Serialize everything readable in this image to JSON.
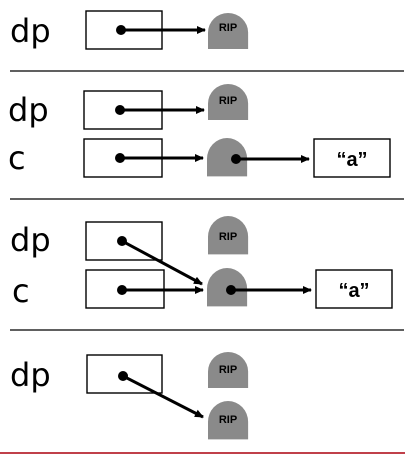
{
  "panels": [
    {
      "variables": [
        {
          "name": "dp"
        }
      ],
      "tombstones": [
        {
          "label": "RIP"
        }
      ]
    },
    {
      "variables": [
        {
          "name": "dp"
        },
        {
          "name": "c"
        }
      ],
      "tombstones": [
        {
          "label": "RIP"
        }
      ],
      "value_box": {
        "text": "“a”"
      }
    },
    {
      "variables": [
        {
          "name": "dp"
        },
        {
          "name": "c"
        }
      ],
      "tombstones": [
        {
          "label": "RIP"
        }
      ],
      "value_box": {
        "text": "“a”"
      }
    },
    {
      "variables": [
        {
          "name": "dp"
        }
      ],
      "tombstones": [
        {
          "label": "RIP"
        },
        {
          "label": "RIP"
        }
      ]
    }
  ],
  "colors": {
    "tombstone": "#8a8a8a",
    "arrow": "#000000",
    "bottom_rule": "#c0404a"
  }
}
